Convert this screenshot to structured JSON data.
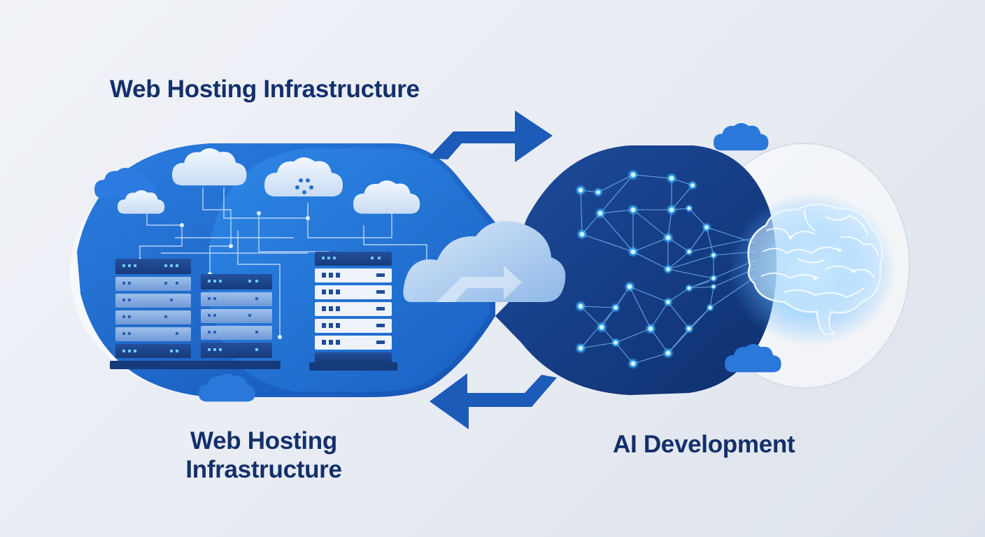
{
  "top_title": "Web Hosting Infrastructure",
  "left_caption": {
    "line1": "Web Hosting",
    "line2": "Infrastructure"
  },
  "right_caption": "AI Development",
  "colors": {
    "navy_text": "#13306b",
    "primary_blue": "#1e6fd2",
    "deep_navy": "#163a80",
    "cloud_light": "#dce9f8",
    "node_glow": "#3fb4ff"
  },
  "icons": [
    "cloud-icon",
    "server-rack-icon",
    "arrow-right-icon",
    "arrow-left-icon",
    "neural-network-icon",
    "brain-icon"
  ]
}
